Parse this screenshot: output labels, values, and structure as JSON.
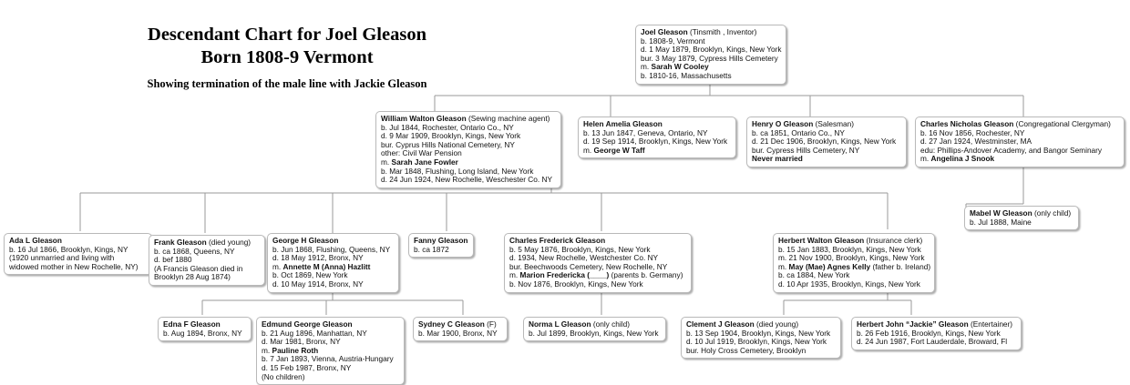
{
  "title": {
    "line1": "Descendant Chart for Joel Gleason",
    "line2": "Born 1808-9 Vermont",
    "subtitle": "Showing termination of the male line with Jackie Gleason"
  },
  "nodes": {
    "joel": {
      "name": "Joel Gleason",
      "occupation": "(Tinsmith , Inventor)",
      "lines": [
        "b. 1808-9, Vermont",
        "d. 1 May 1879, Brooklyn, Kings, New York",
        "bur. 3 May 1879, Cypress Hills Cemetery"
      ],
      "marriage_prefix": "m. ",
      "spouse": "Sarah W Cooley",
      "after": [
        "b. 1810-16, Massachusetts"
      ]
    },
    "william": {
      "name": "William Walton Gleason",
      "occupation": "(Sewing machine agent)",
      "lines": [
        "b. Jul 1844, Rochester, Ontario Co., NY",
        "d. 9 Mar 1909, Brooklyn, Kings, New York",
        "bur. Cyprus Hills National Cemetery, NY",
        "other: Civil War Pension"
      ],
      "marriage_prefix": "m. ",
      "spouse": "Sarah Jane Fowler",
      "after": [
        "b. Mar 1848, Flushing, Long Island, New York",
        "d. 24 Jun 1924, New Rochelle, Weschester Co. NY"
      ]
    },
    "helen": {
      "name": "Helen Amelia Gleason",
      "occupation": "",
      "lines": [
        "b. 13 Jun 1847, Geneva, Ontario, NY",
        "d. 19 Sep 1914, Brooklyn, Kings, New York"
      ],
      "marriage_prefix": "m. ",
      "spouse": "George W Taff",
      "after": []
    },
    "henry": {
      "name": "Henry O Gleason",
      "occupation": "(Salesman)",
      "lines": [
        "b. ca 1851, Ontario Co., NY",
        "d. 21 Dec 1906, Brooklyn, Kings, New York",
        "bur. Cypress Hills Cemetery, NY"
      ],
      "marriage_prefix": "",
      "spouse": "Never married",
      "after": []
    },
    "charlesn": {
      "name": "Charles Nicholas Gleason",
      "occupation": "(Congregational Clergyman)",
      "lines": [
        "b. 16 Nov 1856, Rochester, NY",
        "d. 27 Jan 1924, Westminster, MA",
        "edu: Phillips-Andover Academy, and Bangor Seminary"
      ],
      "marriage_prefix": "m. ",
      "spouse": "Angelina J Snook",
      "after": []
    },
    "ada": {
      "name": "Ada L Gleason",
      "occupation": "",
      "lines": [
        "b. 16 Jul 1866, Brooklyn, Kings, NY",
        "(1920 unmarried and living with",
        "widowed mother in New Rochelle, NY)"
      ],
      "marriage_prefix": "",
      "spouse": "",
      "after": []
    },
    "frank": {
      "name": "Frank Gleason",
      "occupation": "(died young)",
      "lines": [
        "b. ca 1868, Queens, NY",
        "d. bef 1880",
        "(A Francis Gleason died in",
        "Brooklyn 28 Aug 1874)"
      ],
      "marriage_prefix": "",
      "spouse": "",
      "after": []
    },
    "georgeh": {
      "name": "George H Gleason",
      "occupation": "",
      "lines": [
        "b. Jun 1868, Flushing, Queens, NY",
        "d. 18 May 1912, Bronx, NY"
      ],
      "marriage_prefix": "m. ",
      "spouse": "Annette M (Anna) Hazlitt",
      "after": [
        "b. Oct 1869, New York",
        "d. 10 May 1914, Bronx, NY"
      ]
    },
    "fanny": {
      "name": "Fanny Gleason",
      "occupation": "",
      "lines": [
        "b. ca 1872"
      ],
      "marriage_prefix": "",
      "spouse": "",
      "after": []
    },
    "charlesf": {
      "name": "Charles Frederick Gleason",
      "occupation": "",
      "lines": [
        "b. 5 May 1876, Brooklyn, Kings, New York",
        "d. 1934, New Rochelle, Westchester Co. NY",
        "bur. Beechwoods Cemetery, New Rochelle, NY"
      ],
      "marriage_prefix": "m. ",
      "spouse": "Marion Fredericka (____)",
      "spouse_suffix": " (parents b. Germany)",
      "after": [
        "b. Nov 1876, Brooklyn, Kings, New York"
      ]
    },
    "herbertw": {
      "name": "Herbert Walton Gleason",
      "occupation": "(Insurance clerk)",
      "lines": [
        "b. 15 Jan 1883, Brooklyn, Kings, New York",
        "m. 21 Nov 1900, Brooklyn, Kings, New York"
      ],
      "marriage_prefix": "m. ",
      "spouse": "May (Mae) Agnes Kelly",
      "spouse_suffix": " (father b. Ireland)",
      "after": [
        "b. ca 1884, New York",
        "d. 10 Apr 1935, Brooklyn, Kings, New York"
      ]
    },
    "mabel": {
      "name": "Mabel W Gleason",
      "occupation": "(only child)",
      "lines": [
        "b. Jul 1888, Maine"
      ],
      "marriage_prefix": "",
      "spouse": "",
      "after": []
    },
    "edna": {
      "name": "Edna F Gleason",
      "occupation": "",
      "lines": [
        "b. Aug 1894, Bronx, NY"
      ],
      "marriage_prefix": "",
      "spouse": "",
      "after": []
    },
    "edmund": {
      "name": "Edmund George Gleason",
      "occupation": "",
      "lines": [
        "b. 21 Aug 1896, Manhattan, NY",
        "d. Mar 1981, Bronx, NY"
      ],
      "marriage_prefix": "m. ",
      "spouse": "Pauline Roth",
      "after": [
        "b. 7 Jan 1893, Vienna, Austria-Hungary",
        "d. 15 Feb 1987, Bronx, NY",
        "(No children)"
      ]
    },
    "sydney": {
      "name": "Sydney C Gleason",
      "occupation": "(F)",
      "lines": [
        "b. Mar 1900, Bronx, NY"
      ],
      "marriage_prefix": "",
      "spouse": "",
      "after": []
    },
    "norma": {
      "name": "Norma L Gleason",
      "occupation": "(only child)",
      "lines": [
        "b. Jul 1899, Brooklyn, Kings, New York"
      ],
      "marriage_prefix": "",
      "spouse": "",
      "after": []
    },
    "clement": {
      "name": "Clement J Gleason",
      "occupation": "(died young)",
      "lines": [
        "b. 13 Sep 1904, Brooklyn, Kings, New York",
        "d. 10 Jul 1919, Brooklyn, Kings, New York",
        "bur. Holy Cross Cemetery, Brooklyn"
      ],
      "marriage_prefix": "",
      "spouse": "",
      "after": []
    },
    "jackie": {
      "name": "Herbert John “Jackie” Gleason",
      "occupation": "(Entertainer)",
      "lines": [
        "b. 26 Feb 1916, Brooklyn, Kings, New York",
        "d. 24 Jun 1987, Fort Lauderdale, Broward, Fl"
      ],
      "marriage_prefix": "",
      "spouse": "",
      "after": []
    }
  },
  "colors": {
    "node_border": "#b9b9b9",
    "node_background": "#ffffff",
    "connector": "#9a9a9a",
    "text": "#111111"
  }
}
